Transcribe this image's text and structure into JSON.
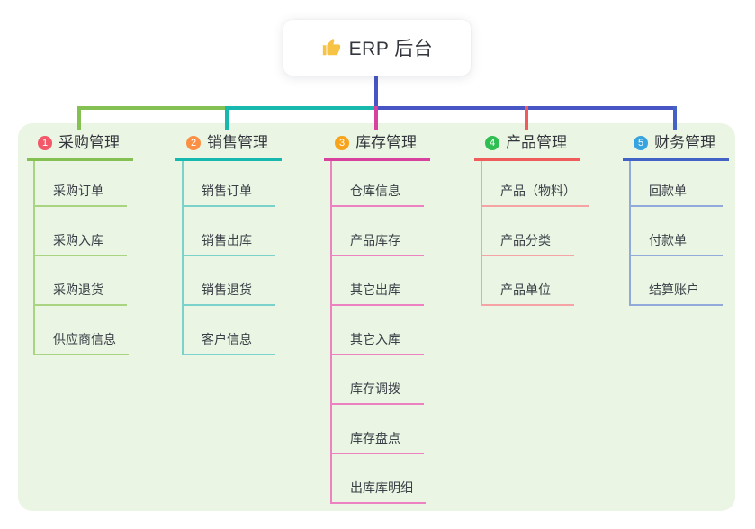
{
  "root": {
    "label": "ERP 后台",
    "icon": "thumbs-up",
    "icon_color": "#F6C344"
  },
  "panel_color": "#EBF5E4",
  "connector": {
    "trunk_color": "#4756C4"
  },
  "branches": [
    {
      "index": "1",
      "title": "采购管理",
      "colors": {
        "badge": "#F25868",
        "line": "#84C152",
        "child_line": "#A9D582"
      },
      "children": [
        "采购订单",
        "采购入库",
        "采购退货",
        "供应商信息"
      ]
    },
    {
      "index": "2",
      "title": "销售管理",
      "colors": {
        "badge": "#FB9044",
        "line": "#17B8AE",
        "child_line": "#7BD2CB"
      },
      "children": [
        "销售订单",
        "销售出库",
        "销售退货",
        "客户信息"
      ]
    },
    {
      "index": "3",
      "title": "库存管理",
      "colors": {
        "badge": "#F7A41C",
        "line": "#D6429E",
        "child_line": "#EC82C2"
      },
      "children": [
        "仓库信息",
        "产品库存",
        "其它出库",
        "其它入库",
        "库存调拨",
        "库存盘点",
        "出库库明细"
      ]
    },
    {
      "index": "4",
      "title": "产品管理",
      "colors": {
        "badge": "#2FBE52",
        "line": "#F05B5C",
        "child_line": "#F5A3A4"
      },
      "children": [
        "产品（物料）",
        "产品分类",
        "产品单位"
      ]
    },
    {
      "index": "5",
      "title": "财务管理",
      "colors": {
        "badge": "#38A4DF",
        "line": "#4362C6",
        "child_line": "#92A9DC"
      },
      "children": [
        "回款单",
        "付款单",
        "结算账户"
      ]
    }
  ]
}
